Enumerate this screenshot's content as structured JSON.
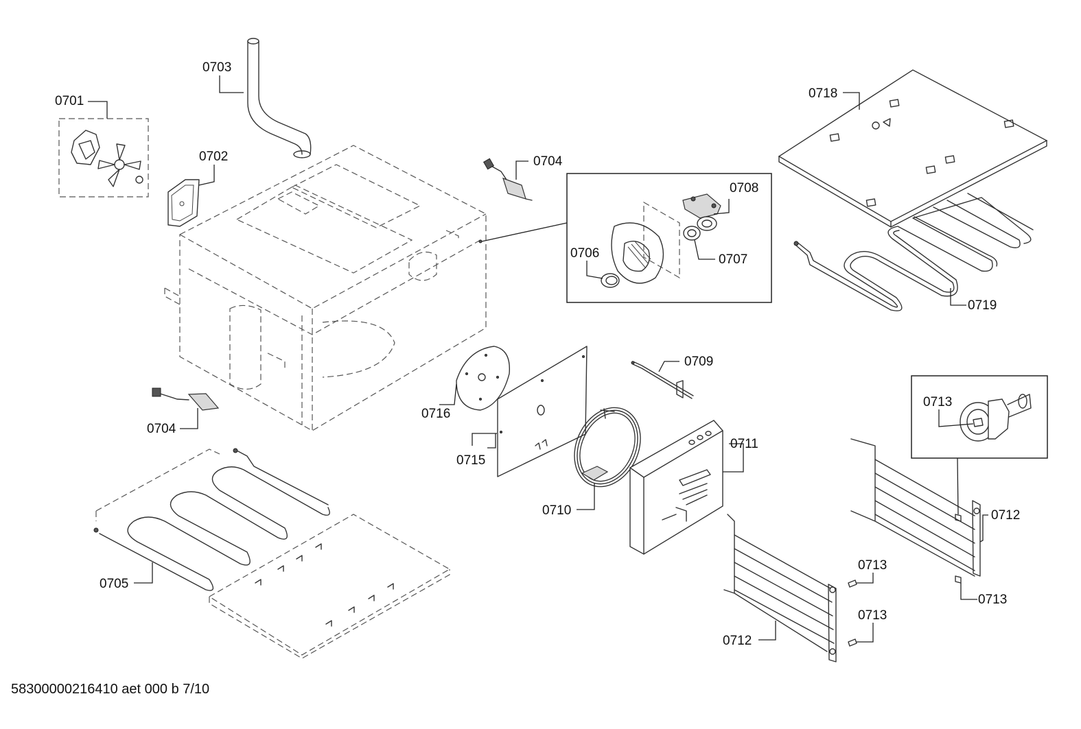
{
  "labels": {
    "p0701": "0701",
    "p0702": "0702",
    "p0703": "0703",
    "p0704a": "0704",
    "p0704b": "0704",
    "p0705": "0705",
    "p0706": "0706",
    "p0707": "0707",
    "p0708": "0708",
    "p0709": "0709",
    "p0710": "0710",
    "p0711": "0711",
    "p0712a": "0712",
    "p0712b": "0712",
    "p0713a": "0713",
    "p0713b": "0713",
    "p0713c": "0713",
    "p0713d": "0713",
    "p0715": "0715",
    "p0716": "0716",
    "p0718": "0718",
    "p0719": "0719"
  },
  "footer": "58300000216410 aet 000 b 7/10"
}
